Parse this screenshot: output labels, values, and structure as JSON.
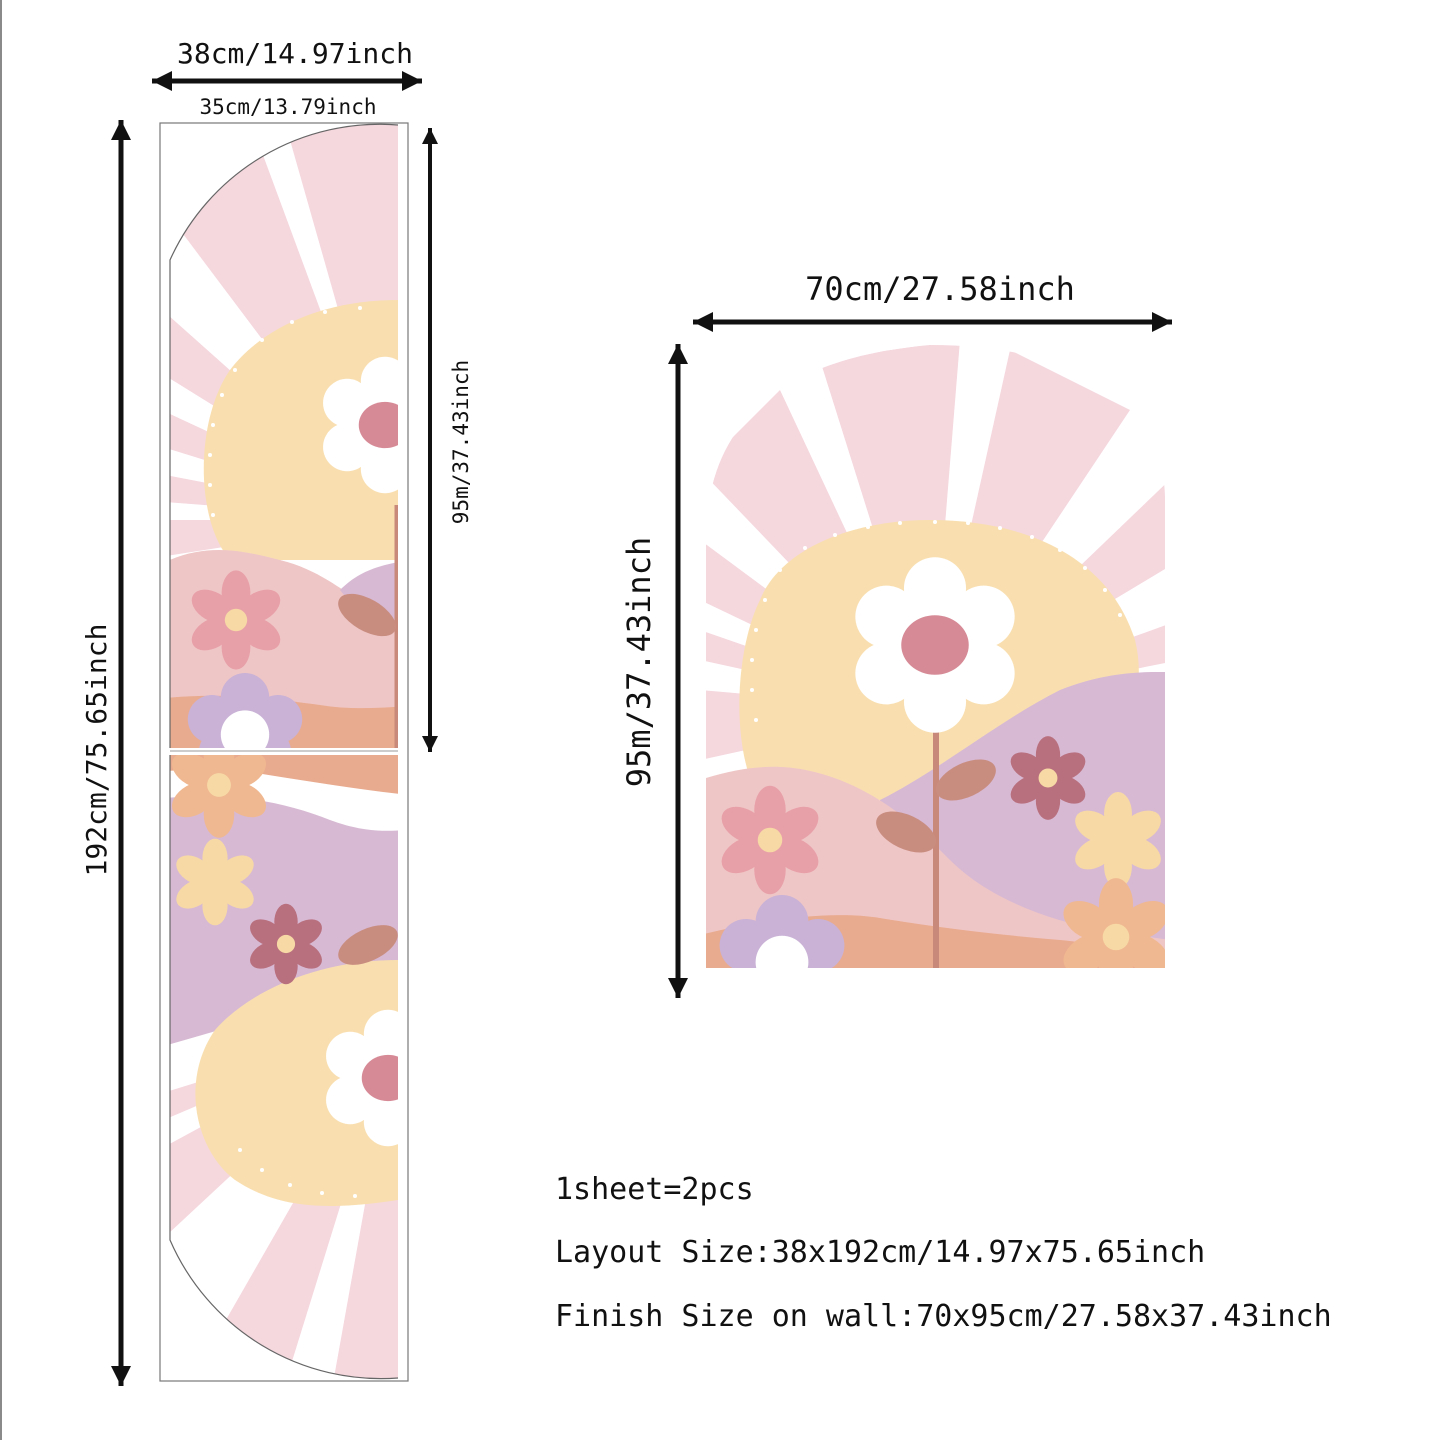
{
  "dimensions": {
    "layout_width": "38cm/14.97inch",
    "print_width": "35cm/13.79inch",
    "layout_height": "192cm/75.65inch",
    "piece_height": "95m/37.43inch",
    "finish_width": "70cm/27.58inch",
    "finish_height": "95m/37.43inch"
  },
  "info": {
    "sheet": "1sheet=2pcs",
    "layout_size": "Layout Size:38x192cm/14.97x75.65inch",
    "finish_size": "Finish Size on wall:70x95cm/27.58x37.43inch"
  },
  "colors": {
    "ray_pink": "#f5d7de",
    "sun_yellow": "#f9dfb0",
    "hill_pink": "#efc6c6",
    "hill_lilac": "#d7b9d3",
    "ground_peach": "#e9ab8f",
    "flower_center": "#d68a96",
    "stem": "#c9897a",
    "leaf": "#c98d80"
  }
}
